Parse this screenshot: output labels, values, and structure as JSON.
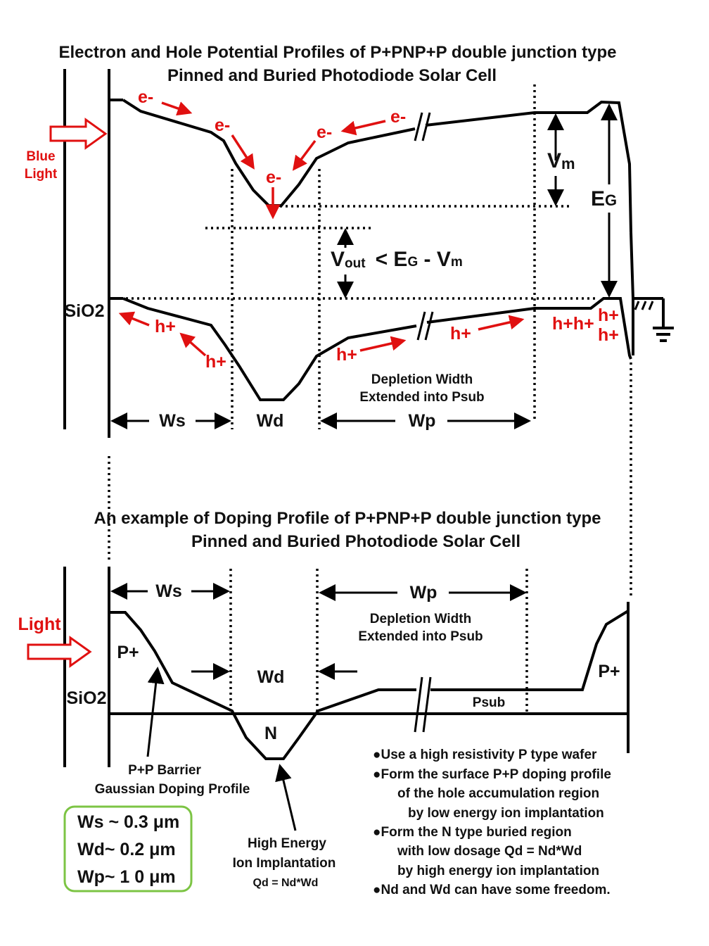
{
  "top": {
    "title_line1": "Electron and Hole Potential Profiles of P+PNP+P  double junction  type",
    "title_line2": "Pinned and Buried Photodiode Solar Cell",
    "blue_light_1": "Blue",
    "blue_light_2": "Light",
    "sio2": "SiO2",
    "electron": "e-",
    "hole": "h+",
    "hole_cluster": "h+h+",
    "vm_v": "V",
    "vm_sub": "m",
    "eg_e": "E",
    "eg_sub": "G",
    "vout_v": "V",
    "vout_sub": "out",
    "vout_rest": "< E",
    "vout_g": "G",
    "vout_minus": " - V",
    "vout_m": "m",
    "depletion_1": "Depletion Width",
    "depletion_2": "Extended into Psub",
    "ws": "Ws",
    "wd": "Wd",
    "wp": "Wp"
  },
  "bottom": {
    "title_line1": "An example of Doping Profile of P+PNP+P  double junction  type",
    "title_line2": "Pinned and Buried Photodiode  Solar Cell",
    "light": "Light",
    "sio2": "SiO2",
    "ws": "Ws",
    "wd": "Wd",
    "wp": "Wp",
    "p_plus": "P+",
    "n": "N",
    "psub": "Psub",
    "depletion_1": "Depletion Width",
    "depletion_2": "Extended into Psub",
    "barrier_1": "P+P Barrier",
    "barrier_2": "Gaussian Doping Profile",
    "implant_1": "High Energy",
    "implant_2": "Ion  Implantation",
    "implant_3": "Qd = Nd*Wd",
    "params": [
      "Ws ~ 0.3 μm",
      "Wd~  0.2 μm",
      "Wp~ 1 0  μm"
    ],
    "notes": [
      "●Use a high resistivity P type wafer",
      "●Form the surface  P+P  doping profile",
      "of the  hole   accumulation region",
      "by low energy ion implantation",
      "●Form the N type  buried region",
      "with low dosage Qd = Nd*Wd",
      "by high energy ion implantation",
      "●Nd  and Wd  can have some freedom."
    ]
  },
  "colors": {
    "annotation_red": "#e01010",
    "params_box_border": "#7cc444"
  }
}
